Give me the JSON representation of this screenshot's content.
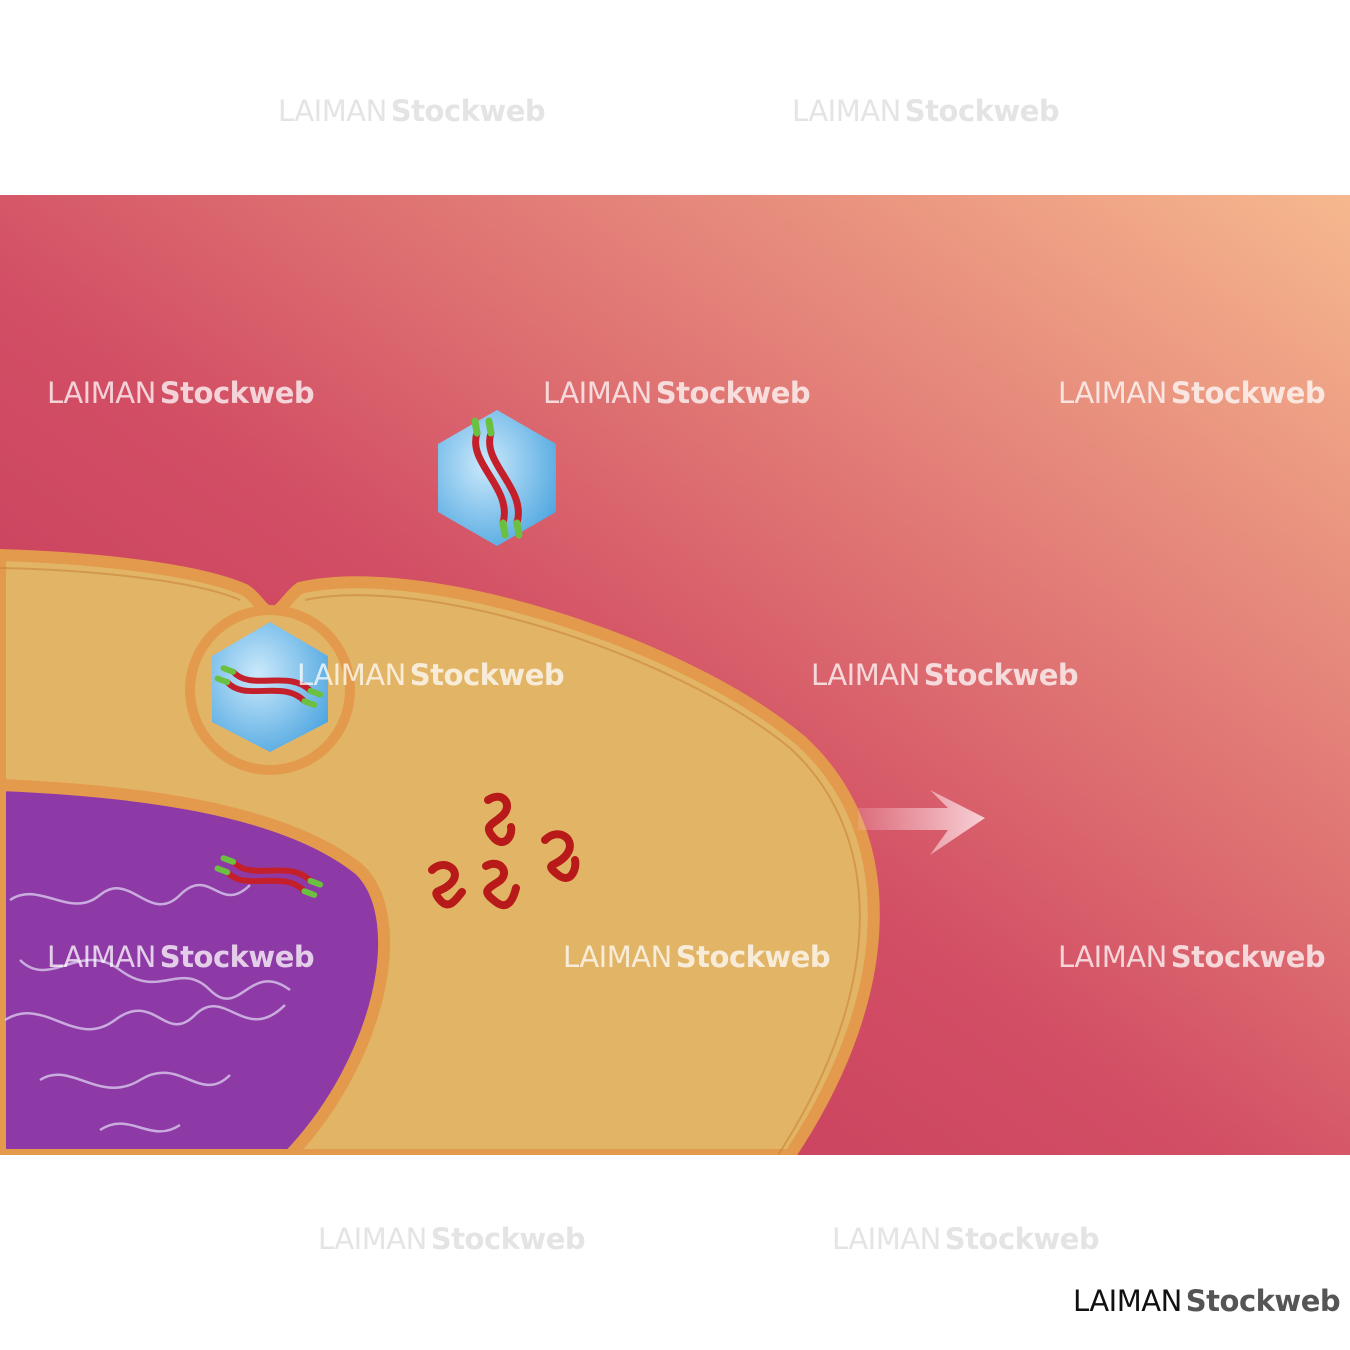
{
  "watermark": {
    "part1": "LAIMAN",
    "part2": "Stockweb"
  },
  "logo": {
    "part1": "LAIMAN",
    "part2": "Stockweb"
  },
  "colors": {
    "background_left": "#c63c5c",
    "background_right": "#f3b08a",
    "cytoplasm": "#e2b566",
    "membrane": "#e39a4c",
    "nucleus": "#8e3aa6",
    "virus_capsid": "#6cb8e8",
    "rna_red": "#c4202c",
    "rna_green": "#6cc040",
    "protein": "#b81a1a",
    "arrow": "#f6c4cc"
  }
}
